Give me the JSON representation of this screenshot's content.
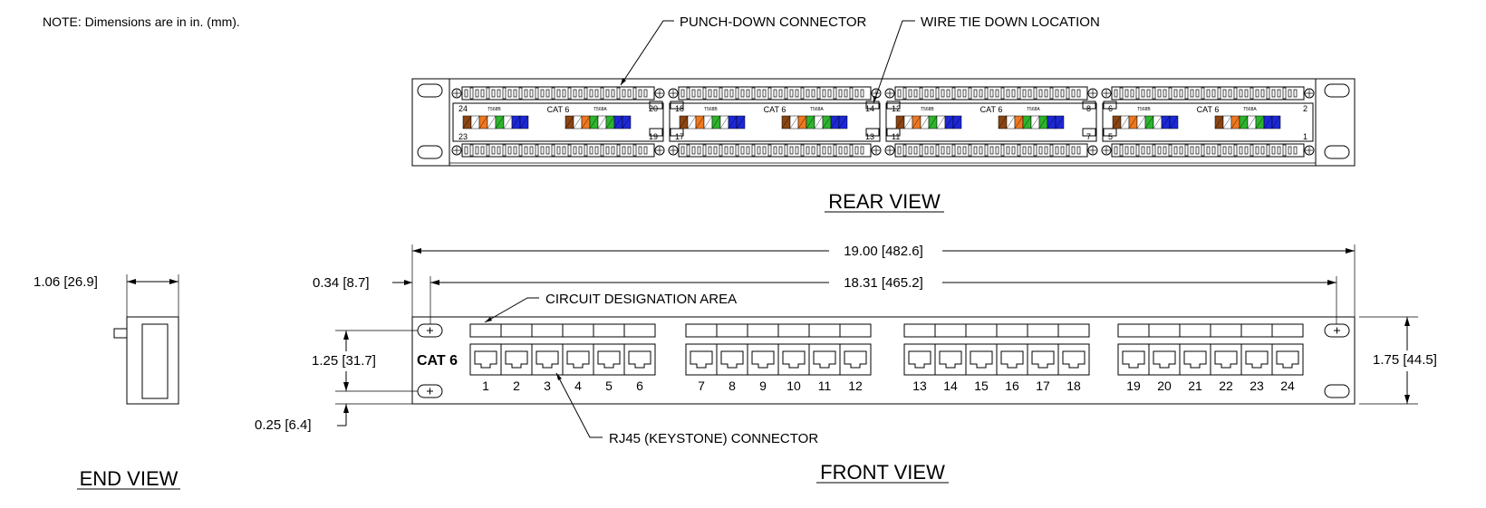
{
  "note": "NOTE: Dimensions are in in. (mm).",
  "callouts": {
    "punch_down": "PUNCH-DOWN CONNECTOR",
    "wire_tie": "WIRE TIE DOWN LOCATION",
    "circuit_area": "CIRCUIT DESIGNATION AREA",
    "rj45": "RJ45 (KEYSTONE) CONNECTOR"
  },
  "views": {
    "rear": "REAR VIEW",
    "front": "FRONT VIEW",
    "end": "END VIEW"
  },
  "dimensions": {
    "overall_width": "19.00 [482.6]",
    "hole_span": "18.31 [465.2]",
    "ear_offset": "0.34 [8.7]",
    "hole_vertical": "1.25 [31.7]",
    "hole_bottom": "0.25 [6.4]",
    "height": "1.75 [44.5]",
    "depth": "1.06 [26.9]"
  },
  "front_label": "CAT 6",
  "port_numbers": [
    "1",
    "2",
    "3",
    "4",
    "5",
    "6",
    "7",
    "8",
    "9",
    "10",
    "11",
    "12",
    "13",
    "14",
    "15",
    "16",
    "17",
    "18",
    "19",
    "20",
    "21",
    "22",
    "23",
    "24"
  ],
  "rear_modules": [
    {
      "label": "CAT 6",
      "tl": "24",
      "tr": "20",
      "bl": "23",
      "br": "19",
      "left_scheme": "T568B",
      "right_scheme": "T568A"
    },
    {
      "label": "CAT 6",
      "tl": "18",
      "tr": "14",
      "bl": "17",
      "br": "13",
      "left_scheme": "T568B",
      "right_scheme": "T568A"
    },
    {
      "label": "CAT 6",
      "tl": "12",
      "tr": "8",
      "bl": "11",
      "br": "7",
      "left_scheme": "T568B",
      "right_scheme": "T568A"
    },
    {
      "label": "CAT 6",
      "tl": "6",
      "tr": "2",
      "bl": "5",
      "br": "1",
      "left_scheme": "T568B",
      "right_scheme": "T568A"
    }
  ],
  "wire_colors": {
    "brown": "#8B4513",
    "orange": "#F07820",
    "green": "#2DB52D",
    "blue": "#1C28D8"
  }
}
